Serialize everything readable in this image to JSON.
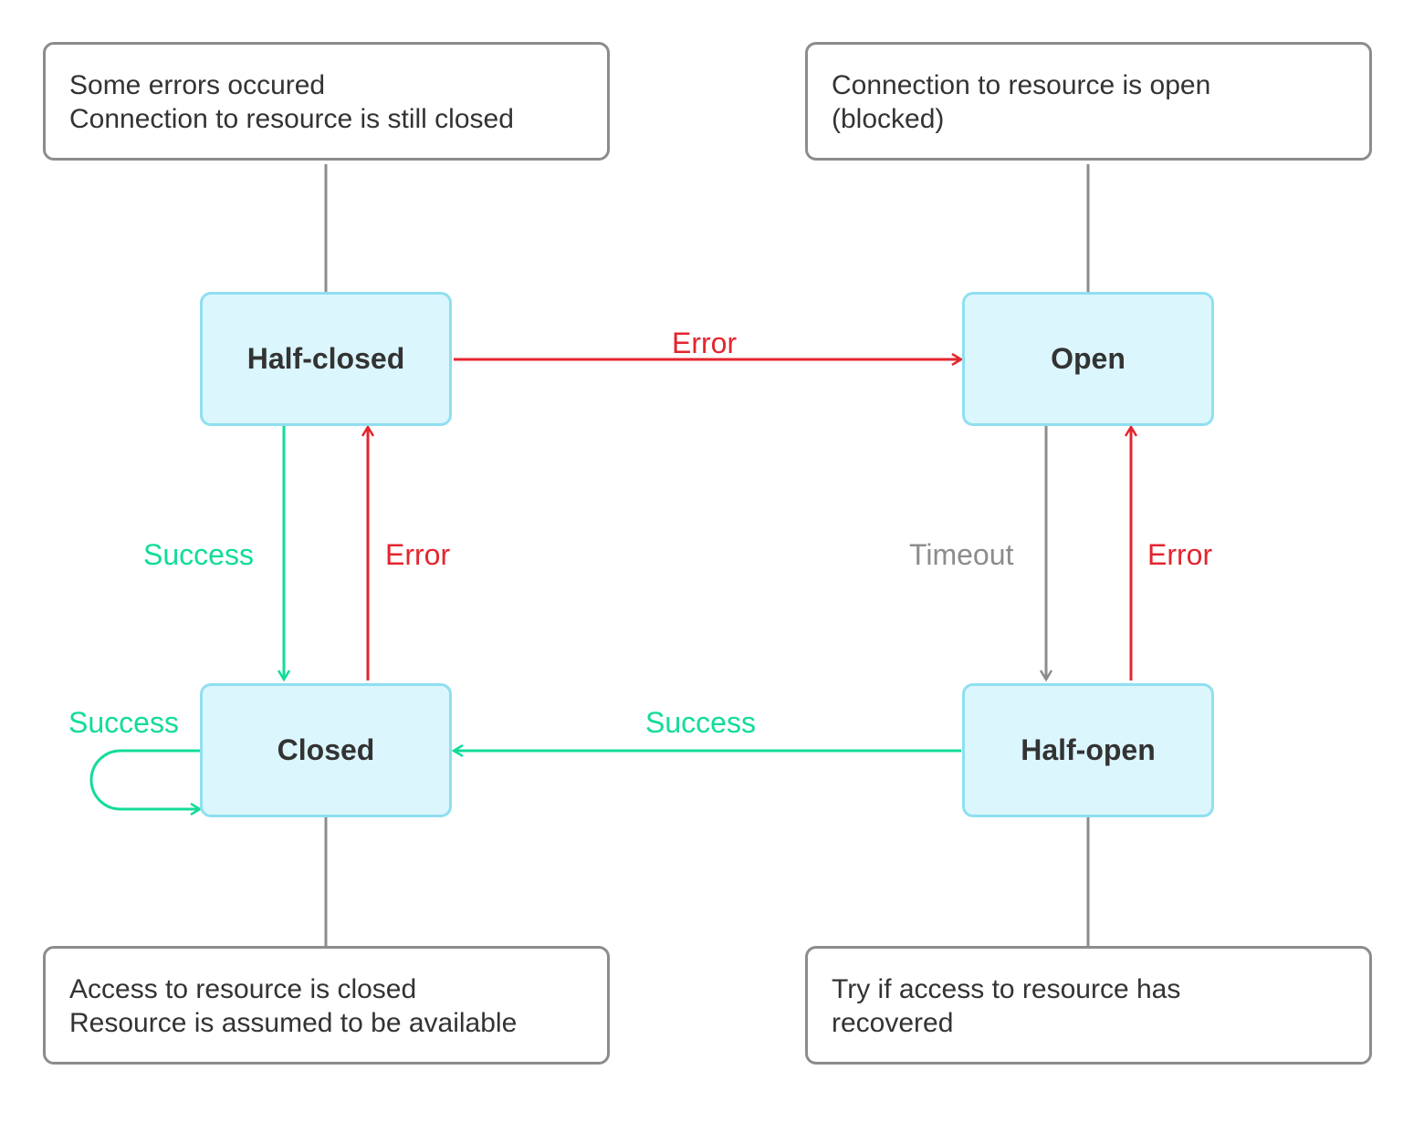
{
  "notes": {
    "half_closed": {
      "line1": "Some errors occured",
      "line2": "Connection to resource is still closed"
    },
    "open": {
      "line1": "Connection to resource is open",
      "line2": "(blocked)"
    },
    "closed": {
      "line1": "Access to resource is closed",
      "line2": "Resource is assumed to be available"
    },
    "half_open": {
      "line1": "Try if access to resource has",
      "line2": "recovered"
    }
  },
  "states": {
    "half_closed": "Half-closed",
    "open": "Open",
    "closed": "Closed",
    "half_open": "Half-open"
  },
  "edges": {
    "half_closed_to_open": "Error",
    "half_closed_to_closed": "Success",
    "closed_to_half_closed": "Error",
    "open_to_half_open": "Timeout",
    "half_open_to_open": "Error",
    "half_open_to_closed": "Success",
    "closed_self_loop": "Success"
  },
  "colors": {
    "success": "#12dc98",
    "error": "#e3262e",
    "timeout": "#8c8c8c",
    "connector": "#8c8c8c",
    "state_fill": "#dcf6fd",
    "state_border": "#8fdff0"
  }
}
